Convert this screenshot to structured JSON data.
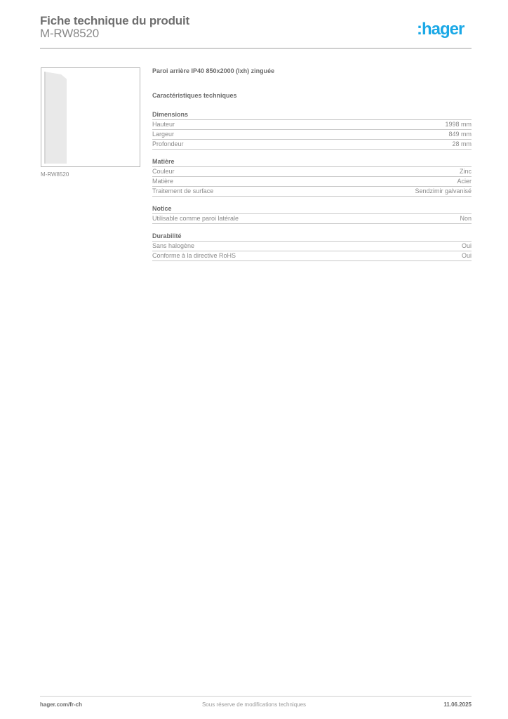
{
  "header": {
    "title": "Fiche technique du produit",
    "product_code": "M-RW8520",
    "logo_text": ":hager",
    "logo_color": "#1aa8e6"
  },
  "image": {
    "caption": "M-RW8520",
    "alt": "back-panel-product-image"
  },
  "product": {
    "name": "Paroi arrière IP40 850x2000 (lxh) zinguée",
    "characteristics_title": "Caractéristiques techniques"
  },
  "sections": [
    {
      "title": "Dimensions",
      "rows": [
        {
          "label": "Hauteur",
          "value": "1998 mm"
        },
        {
          "label": "Largeur",
          "value": "849 mm"
        },
        {
          "label": "Profondeur",
          "value": "28 mm"
        }
      ]
    },
    {
      "title": "Matière",
      "rows": [
        {
          "label": "Couleur",
          "value": "Zinc"
        },
        {
          "label": "Matière",
          "value": "Acier"
        },
        {
          "label": "Traitement de surface",
          "value": "Sendzimir galvanisé"
        }
      ]
    },
    {
      "title": "Notice",
      "rows": [
        {
          "label": "Utilisable comme paroi latérale",
          "value": "Non"
        }
      ]
    },
    {
      "title": "Durabilité",
      "rows": [
        {
          "label": "Sans halogène",
          "value": "Oui"
        },
        {
          "label": "Conforme à la directive RoHS",
          "value": "Oui"
        }
      ]
    }
  ],
  "footer": {
    "website": "hager.com/fr-ch",
    "disclaimer": "Sous réserve de modifications techniques",
    "date": "11.06.2025"
  }
}
